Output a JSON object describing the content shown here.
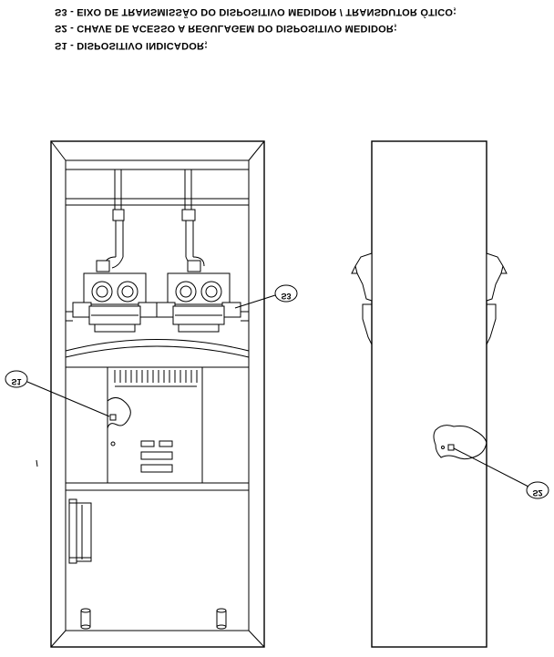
{
  "legend": {
    "s3": "S3 - EIXO DE TRANSMISSÃO DO DISPOSITIVO MEDIDOR / TRANSDUTOR ÓTICO;",
    "s2": "S2 - CHAVE DE ACESSO A REGULAGEM DO DISPOSITIVO MEDIDOR;",
    "s1": "S1 - DISPOSITIVO INDICADOR;"
  },
  "callouts": {
    "s1": "S1",
    "s2": "S2",
    "s3": "S3"
  }
}
